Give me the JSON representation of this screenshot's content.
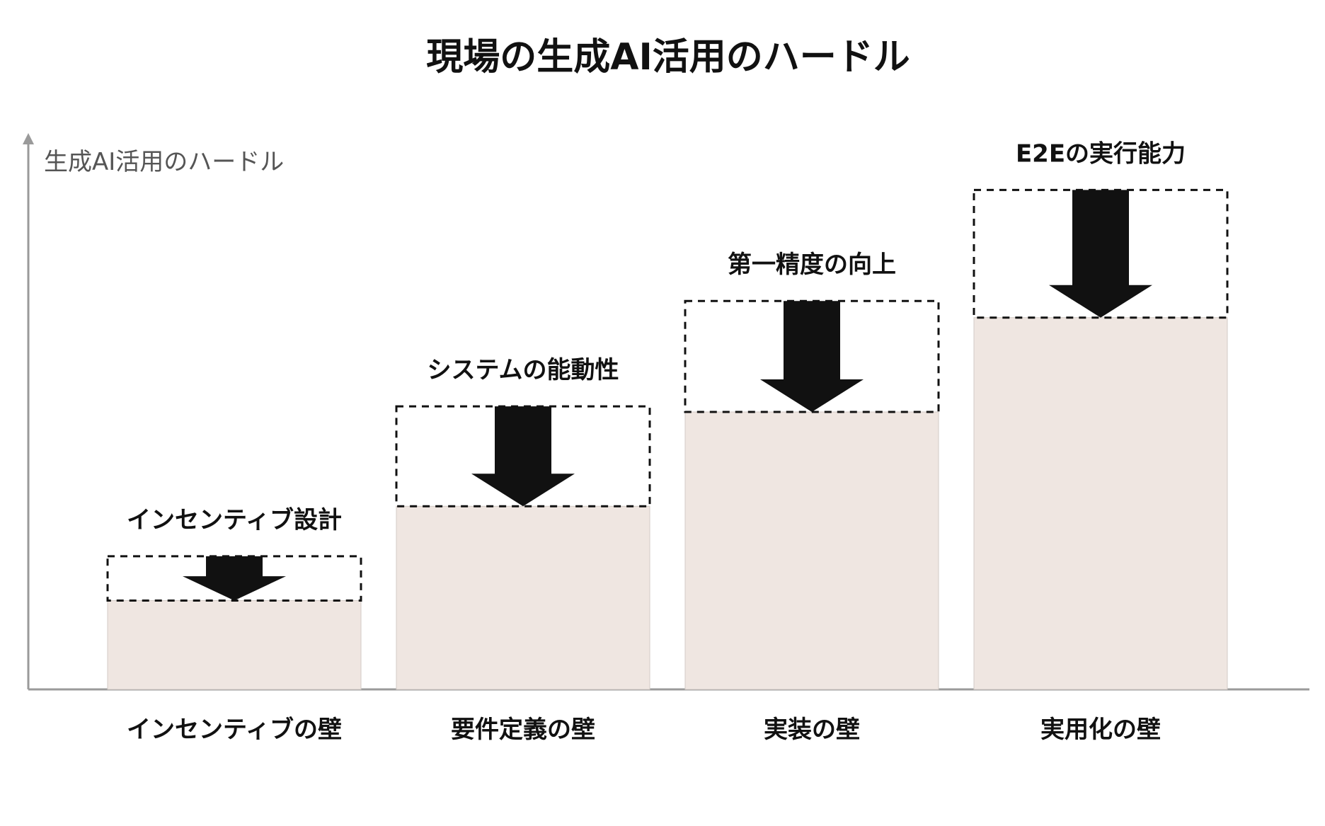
{
  "chart_data": {
    "type": "bar",
    "title": "現場の生成AI活用のハードル",
    "ylabel": "生成AI活用のハードル",
    "xlabel": "",
    "ylim": [
      0,
      100
    ],
    "categories": [
      "インセンティブの壁",
      "要件定義の壁",
      "実装の壁",
      "実用化の壁"
    ],
    "series": [
      {
        "values": [
          16,
          33,
          50,
          67
        ]
      }
    ],
    "reductions": [
      {
        "label": "インセンティブ設計",
        "from": 24,
        "to": 16
      },
      {
        "label": "システムの能動性",
        "from": 51,
        "to": 33
      },
      {
        "label": "第一精度の向上",
        "from": 70,
        "to": 50
      },
      {
        "label": "E2Eの実行能力",
        "from": 90,
        "to": 67
      }
    ],
    "grid": false,
    "legend": "none",
    "colors": {
      "bar": "#efe6e1",
      "arrow": "#111111",
      "axis": "#9a9a9a"
    }
  }
}
